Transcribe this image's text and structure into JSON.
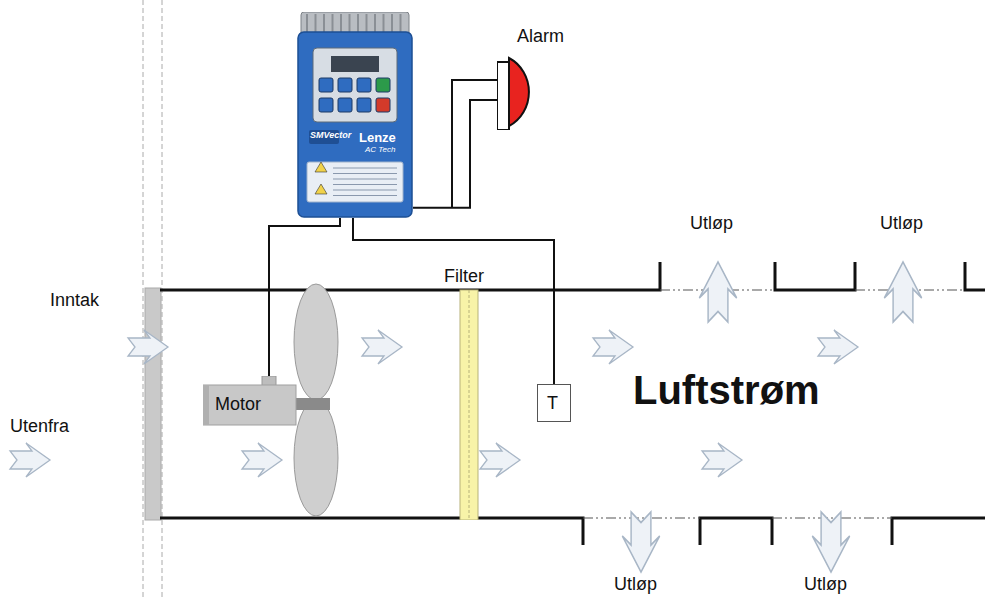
{
  "diagram": {
    "nodes": [
      {
        "text": [
          "SMVector",
          "Lenze",
          "AC Tech"
        ]
      },
      {
        "text": [
          "Alarm"
        ]
      },
      {
        "text": [
          "Motor"
        ]
      },
      {
        "text": [
          "Filter"
        ]
      },
      {
        "text": [
          "T"
        ]
      }
    ],
    "edges": [
      {
        "from": 0,
        "to": 1,
        "arrow": "none"
      },
      {
        "from": 0,
        "to": 2,
        "arrow": "none"
      },
      {
        "from": 0,
        "to": 4,
        "arrow": "none"
      }
    ],
    "labels": [
      "Inntak",
      "Utenfra",
      "Luftstrøm",
      "Utløp",
      "Utløp",
      "Utløp",
      "Utløp"
    ]
  }
}
